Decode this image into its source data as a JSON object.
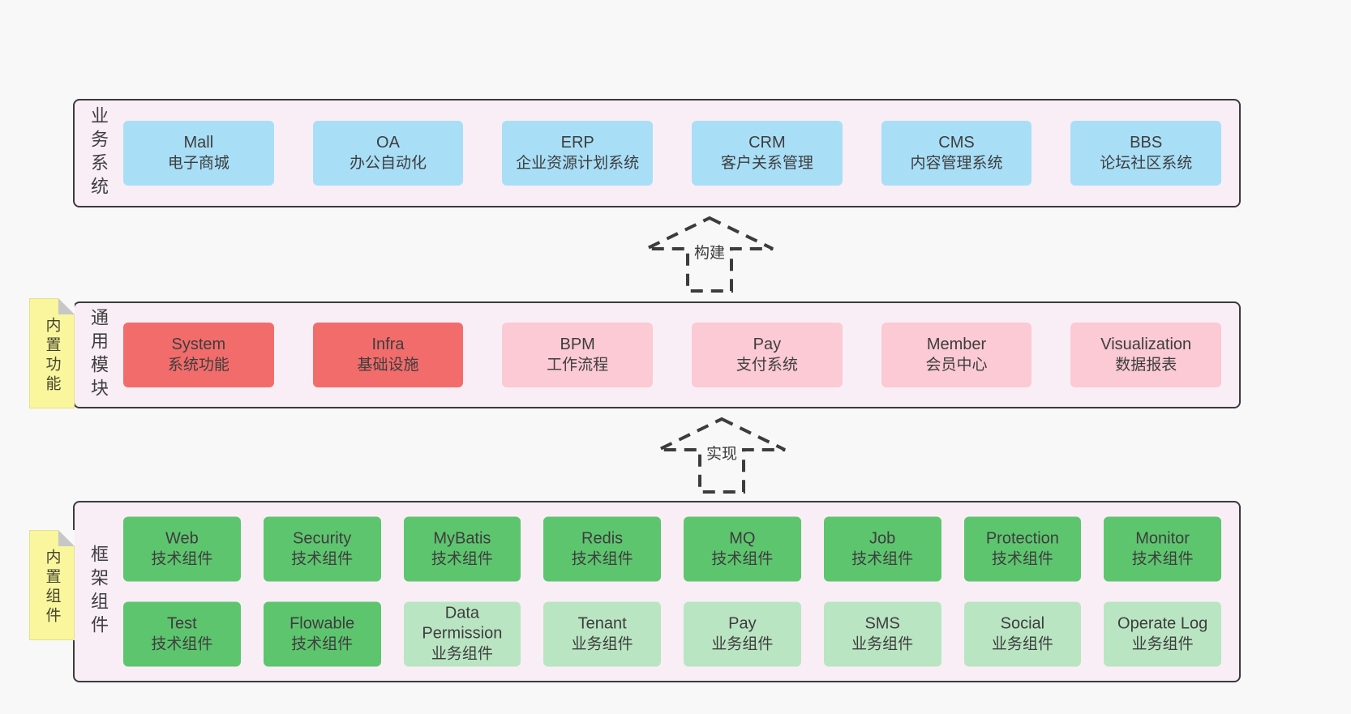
{
  "colors": {
    "page_bg": "#f8f8f8",
    "band_bg": "#f9eef6",
    "band_border": "#3b3b3b",
    "blue_box": "#a9def7",
    "red_box": "#f26c6c",
    "pink_box": "#fbcad4",
    "green_box": "#5ec56f",
    "light_green_box": "#bae5c3",
    "sticky_yellow": "#f9f69e",
    "text": "#3d3d3d"
  },
  "bands": [
    {
      "id": "business-systems",
      "label": "业务系统",
      "items": [
        {
          "name": "Mall",
          "sub": "电子商城",
          "type": "blue"
        },
        {
          "name": "OA",
          "sub": "办公自动化",
          "type": "blue"
        },
        {
          "name": "ERP",
          "sub": "企业资源计划系统",
          "type": "blue"
        },
        {
          "name": "CRM",
          "sub": "客户关系管理",
          "type": "blue"
        },
        {
          "name": "CMS",
          "sub": "内容管理系统",
          "type": "blue"
        },
        {
          "name": "BBS",
          "sub": "论坛社区系统",
          "type": "blue"
        }
      ]
    },
    {
      "id": "common-modules",
      "label": "通用模块",
      "sticky": "内置功能",
      "items": [
        {
          "name": "System",
          "sub": "系统功能",
          "type": "red"
        },
        {
          "name": "Infra",
          "sub": "基础设施",
          "type": "red"
        },
        {
          "name": "BPM",
          "sub": "工作流程",
          "type": "pink"
        },
        {
          "name": "Pay",
          "sub": "支付系统",
          "type": "pink"
        },
        {
          "name": "Member",
          "sub": "会员中心",
          "type": "pink"
        },
        {
          "name": "Visualization",
          "sub": "数据报表",
          "type": "pink"
        }
      ]
    },
    {
      "id": "framework-components",
      "label": "框架组件",
      "sticky": "内置组件",
      "rows": [
        [
          {
            "name": "Web",
            "sub": "技术组件",
            "type": "green"
          },
          {
            "name": "Security",
            "sub": "技术组件",
            "type": "green"
          },
          {
            "name": "MyBatis",
            "sub": "技术组件",
            "type": "green"
          },
          {
            "name": "Redis",
            "sub": "技术组件",
            "type": "green"
          },
          {
            "name": "MQ",
            "sub": "技术组件",
            "type": "green"
          },
          {
            "name": "Job",
            "sub": "技术组件",
            "type": "green"
          },
          {
            "name": "Protection",
            "sub": "技术组件",
            "type": "green"
          },
          {
            "name": "Monitor",
            "sub": "技术组件",
            "type": "green"
          }
        ],
        [
          {
            "name": "Test",
            "sub": "技术组件",
            "type": "green"
          },
          {
            "name": "Flowable",
            "sub": "技术组件",
            "type": "green"
          },
          {
            "name": "Data Permission",
            "sub": "业务组件",
            "type": "green-light"
          },
          {
            "name": "Tenant",
            "sub": "业务组件",
            "type": "green-light"
          },
          {
            "name": "Pay",
            "sub": "业务组件",
            "type": "green-light"
          },
          {
            "name": "SMS",
            "sub": "业务组件",
            "type": "green-light"
          },
          {
            "name": "Social",
            "sub": "业务组件",
            "type": "green-light"
          },
          {
            "name": "Operate Log",
            "sub": "业务组件",
            "type": "green-light"
          }
        ]
      ]
    }
  ],
  "arrows": [
    {
      "label": "构建"
    },
    {
      "label": "实现"
    }
  ]
}
